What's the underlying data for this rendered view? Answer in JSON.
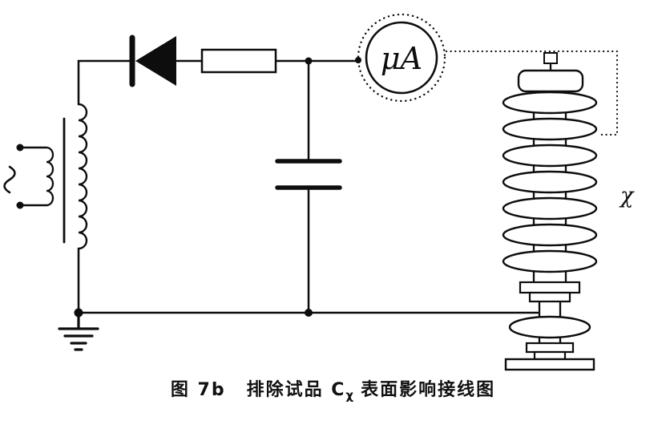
{
  "colors": {
    "ink": "#0d0d0d",
    "paper": "#ffffff"
  },
  "meter": {
    "label": "μA"
  },
  "specimen": {
    "label": "χ"
  },
  "caption": {
    "figure": "图 7b",
    "pre": "排除试品 C",
    "sub": "χ",
    "post": "表面影响接线图"
  },
  "components": [
    "ac-source",
    "transformer",
    "diode",
    "resistor",
    "filter-capacitor",
    "microammeter",
    "guard-dotted-line",
    "test-specimen-insulator",
    "ground"
  ]
}
